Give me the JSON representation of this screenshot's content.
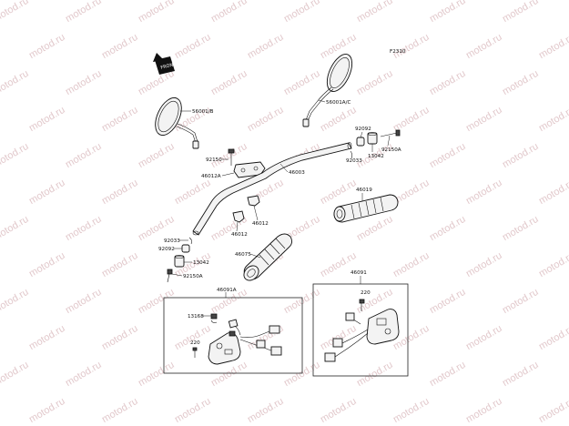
{
  "watermark": "motod.ru",
  "figure_code": "F2310",
  "front_symbol": "FRONT",
  "labels": {
    "mirror_left": "56001/B",
    "mirror_right": "56001A/C",
    "bolt_92150": "92150",
    "holder_upper": "46012A",
    "handlebar": "46003",
    "holder_lower_a": "46012",
    "holder_lower_b": "46012",
    "cap_92033_right": "92033",
    "weight_92092_right": "92092",
    "weight_13042_right": "13042",
    "bolt_92150a_right": "92150A",
    "grip_right": "46019",
    "cap_92033_left": "92033",
    "weight_92092_left": "92092",
    "weight_13042_left": "13042",
    "bolt_92150a_left": "92150A",
    "grip_left": "46075",
    "switch_left": "46091A",
    "clip_13168": "13168",
    "screw_220_left": "220",
    "switch_right": "46091",
    "screw_220_right": "220"
  }
}
